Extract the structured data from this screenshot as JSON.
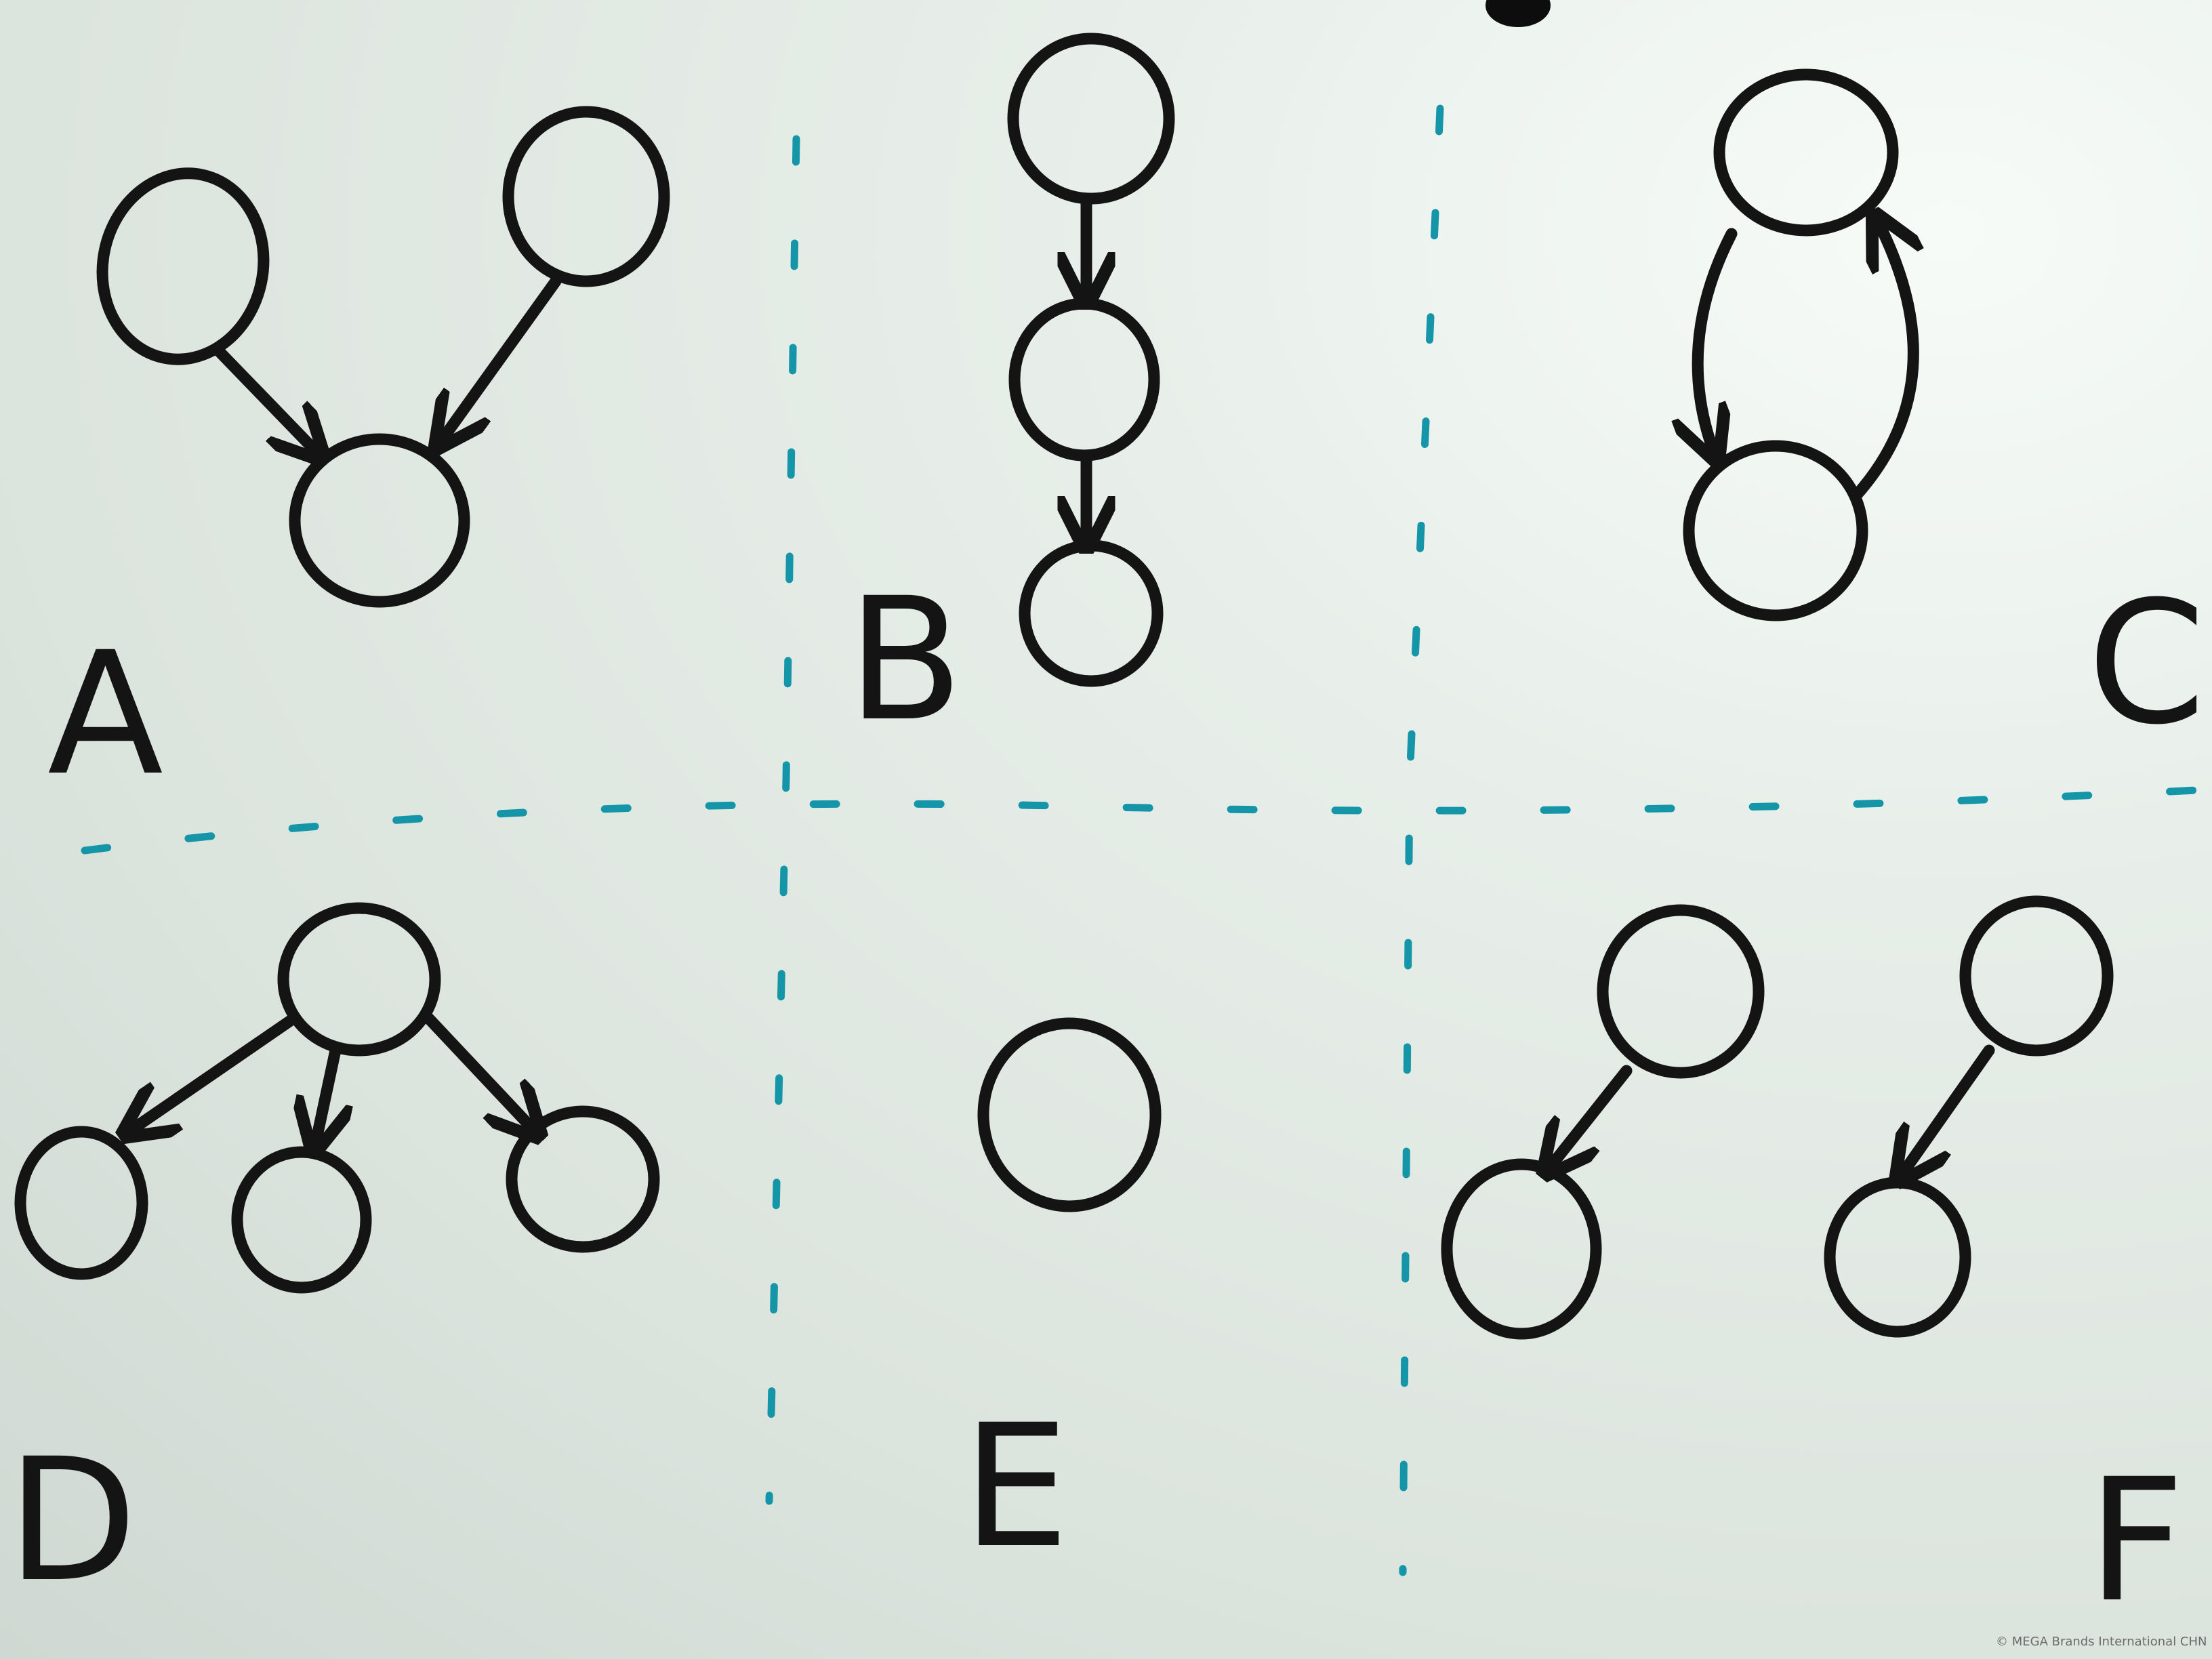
{
  "board": {
    "ink_color": "#141414",
    "divider_color": "#1596a8",
    "brand_text": "© MEGA Brands International  CHN"
  },
  "panels": [
    {
      "label": "A",
      "nodes": [
        "a1",
        "a2",
        "a3"
      ],
      "edges": [
        {
          "from": "a1",
          "to": "a3"
        },
        {
          "from": "a2",
          "to": "a3"
        }
      ]
    },
    {
      "label": "B",
      "nodes": [
        "b1",
        "b2",
        "b3"
      ],
      "edges": [
        {
          "from": "b1",
          "to": "b2"
        },
        {
          "from": "b2",
          "to": "b3"
        }
      ]
    },
    {
      "label": "C",
      "nodes": [
        "c1",
        "c2"
      ],
      "edges": [
        {
          "from": "c1",
          "to": "c2"
        },
        {
          "from": "c2",
          "to": "c1"
        }
      ]
    },
    {
      "label": "D",
      "nodes": [
        "d1",
        "d2",
        "d3",
        "d4"
      ],
      "edges": [
        {
          "from": "d1",
          "to": "d2"
        },
        {
          "from": "d1",
          "to": "d3"
        },
        {
          "from": "d1",
          "to": "d4"
        }
      ]
    },
    {
      "label": "E",
      "nodes": [
        "e1"
      ],
      "edges": []
    },
    {
      "label": "F",
      "nodes": [
        "f1",
        "f2",
        "f3",
        "f4"
      ],
      "edges": [
        {
          "from": "f1",
          "to": "f2"
        },
        {
          "from": "f3",
          "to": "f4"
        }
      ]
    }
  ]
}
